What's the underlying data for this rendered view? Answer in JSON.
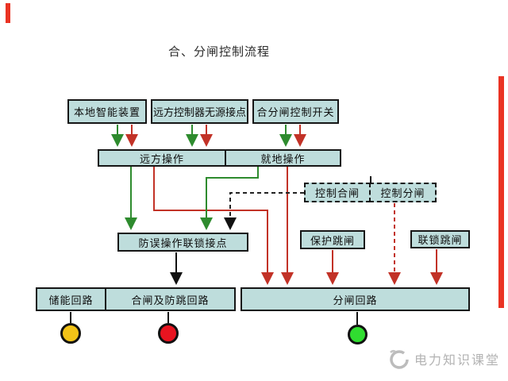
{
  "title": "合、分闸控制流程",
  "diagram": {
    "sources": [
      {
        "id": "local-device",
        "label": "本地智能装置"
      },
      {
        "id": "remote-contact",
        "label": "远方控制器无源接点"
      },
      {
        "id": "control-switch",
        "label": "合分闸控制开关"
      }
    ],
    "operations": [
      {
        "id": "remote-operation",
        "label": "远方操作"
      },
      {
        "id": "local-operation",
        "label": "就地操作"
      }
    ],
    "controls": [
      {
        "id": "control-close",
        "label": "控制合闸"
      },
      {
        "id": "control-open",
        "label": "控制分闸"
      }
    ],
    "interlock": {
      "label": "防误操作联锁接点"
    },
    "trips": [
      {
        "id": "protection-trip",
        "label": "保护跳闸"
      },
      {
        "id": "interlock-trip",
        "label": "联锁跳闸"
      }
    ],
    "circuits": [
      {
        "id": "energy-storage-circuit",
        "label": "储能回路"
      },
      {
        "id": "closing-circuit",
        "label": "合闸及防跳回路"
      },
      {
        "id": "opening-circuit",
        "label": "分闸回路"
      }
    ],
    "indicators": [
      {
        "id": "indicator-yellow",
        "color": "#f2c318"
      },
      {
        "id": "indicator-red",
        "color": "#e81420"
      },
      {
        "id": "indicator-green",
        "color": "#30dd30"
      }
    ]
  },
  "colors": {
    "box_fill": "#bedddc",
    "box_border": "#161616",
    "green_line": "#2e8b2e",
    "red_line": "#c23227",
    "black_line": "#111111",
    "edge_marker_red": "#ea3323",
    "watermark_gray": "#b3b3b3"
  },
  "edge_markers": {
    "top_left_bar": "red",
    "right_bar": "red"
  },
  "watermark": {
    "text": "电力知识课堂"
  }
}
